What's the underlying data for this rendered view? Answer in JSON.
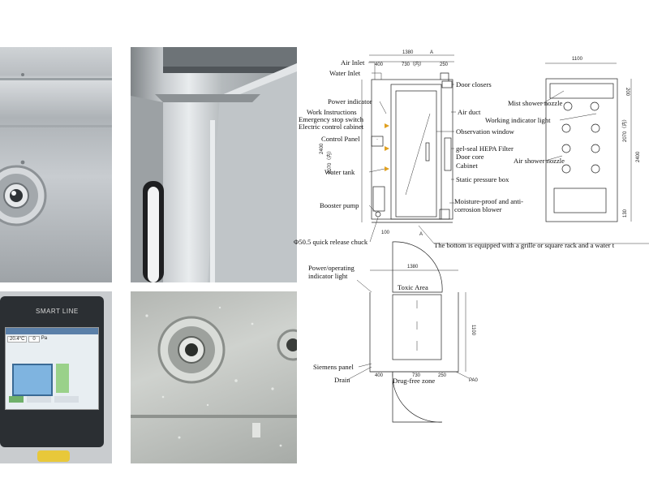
{
  "screen": {
    "brand": "SMART LINE",
    "temp": "20.4°C",
    "pressure": "0",
    "unit_pa": "Pa"
  },
  "front_view": {
    "top_marker": "A",
    "bottom_marker": "A",
    "dims": {
      "overall_width": "1380",
      "left": "400",
      "center": "730（内）",
      "right": "250",
      "height": "2400",
      "inner_height": "2070（内）",
      "base": "100"
    },
    "labels": {
      "air_inlet": "Air Inlet",
      "water_inlet": "Water Inlet",
      "power_indicator": "Power indicator",
      "work_instructions": "Work Instructions",
      "emergency_stop": "Emergency stop switch",
      "electric_cabinet": "Electric control cabinet",
      "control_panel": "Control Panel",
      "water_tank": "Water tank",
      "booster_pump": "Booster pump",
      "quick_release": "Φ50.5 quick release chuck",
      "door_closers": "Door closers",
      "air_duct": "Air duct",
      "observation_window": "Observation window",
      "hepa_filter": "gel-seal HEPA Filter",
      "door_core": "Door core",
      "cabinet": "Cabinet",
      "static_pressure_box": "Static pressure box",
      "blower": "Moisture-proof and anti-corrosion blower"
    },
    "bottom_note": "The bottom is equipped with a grille or square rack and a water t"
  },
  "side_view": {
    "dims": {
      "width": "1100",
      "top": "200",
      "inner_height": "2070（内）",
      "height": "2400",
      "base": "130"
    },
    "labels": {
      "mist_shower": "Mist shower nozzle",
      "working_light": "Working indicator light",
      "air_shower": "Air shower nozzle"
    }
  },
  "plan_view": {
    "dims": {
      "width": "1380",
      "depth": "1100",
      "left": "400",
      "center": "730",
      "right": "250"
    },
    "labels": {
      "power_light": "Power/operating indicator light",
      "toxic_area": "Toxic Area",
      "siemens_panel": "Siemens panel",
      "drain": "Drain",
      "drug_free": "Drug-free zone",
      "pa": "PA0"
    }
  }
}
